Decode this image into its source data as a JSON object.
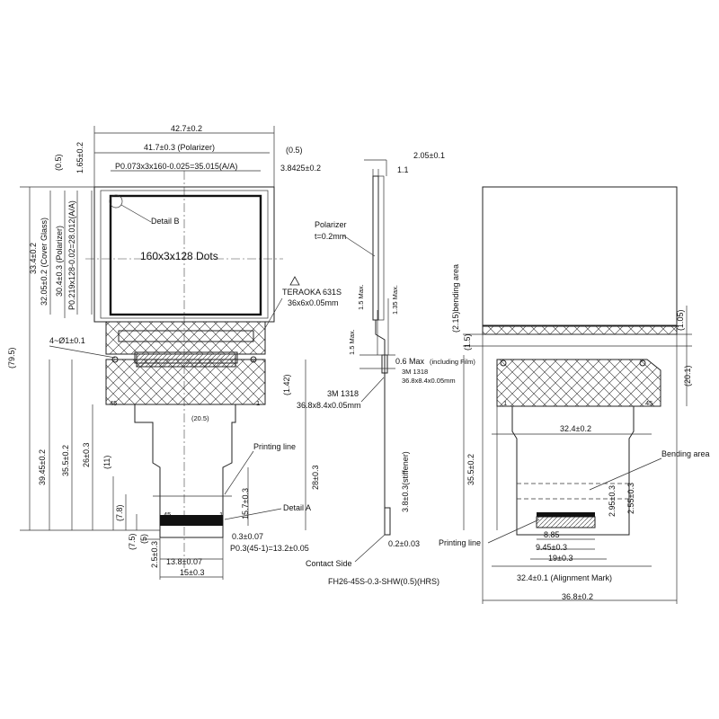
{
  "front_view": {
    "dim_total_width": "42.7±0.2",
    "dim_polarizer_width": "41.7±0.3 (Polarizer)",
    "dim_right_offset": "(0.5)",
    "dim_pitch_x": "P0.073x3x160-0.025=35.015(A/A)",
    "dim_aa_offset_x": "3.8425±0.2",
    "dim_top_gap": "(0.5)",
    "dim_top_offset": "1.65±0.2",
    "dim_cover_glass_h": "32.05±0.2 (Cover Glass)",
    "dim_total_glass_h": "33.4±0.2",
    "dim_polarizer_h": "30.4±0.3 (Polarizer)",
    "dim_pitch_y": "P0.219x128-0.02=28.012(A/A)",
    "dim_overall_h": "(79.5)",
    "active_area_label": "160x3x128 Dots",
    "detail_b": "Detail B",
    "tape_spec_name": "TERAOKA 631S",
    "tape_spec_size": "36x6x0.05mm",
    "hole_callout": "4~Ø1±0.1",
    "dim_142": "(1.42)",
    "dim_205": "(20.5)",
    "dim_3945": "39.45±0.2",
    "dim_355": "35.5±0.2",
    "dim_26": "26±0.3",
    "dim_11": "(11)",
    "dim_28": "28±0.3",
    "printing_line": "Printing line",
    "dim_157": "15.7±0.3",
    "detail_a": "Detail A",
    "dim_78": "(7.8)",
    "dim_75": "(7.5)",
    "dim_5": "(5)",
    "dim_25": "2.5±0.3",
    "pin_45": "45",
    "pin_1": "1",
    "dim_pin_w": "0.3±0.07",
    "dim_pin_pitch": "P0.3(45-1)=13.2±0.05",
    "dim_138": "13.8±0.07",
    "dim_15": "15±0.3",
    "pad_45": "45",
    "pad_1": "1"
  },
  "side_view": {
    "dim_205": "2.05±0.1",
    "dim_11": "1.1",
    "polarizer_label": "Polarizer",
    "polarizer_t": "t=0.2mm",
    "dim_15max_a": "1.5 Max.",
    "dim_135max": "1.35 Max.",
    "dim_15max_b": "1.5 Max.",
    "dim_06max": "0.6 Max",
    "dim_06max_note": "(including Film)",
    "tape_3m_a": "3M 1318",
    "tape_3m_a_size": "36.8x8.4x0.05mm",
    "tape_3m_b": "3M 1318",
    "tape_3m_b_size": "36.8x8.4x0.05mm",
    "dim_38": "3.8±0.3(stiffener)",
    "dim_02": "0.2±0.03",
    "contact_side": "Contact Side",
    "connector": "FH26-45S-0.3-SHW(0.5)(HRS)"
  },
  "back_view": {
    "dim_215": "(2.15)bending area",
    "dim_15": "(1.5)",
    "dim_105": "(1.05)",
    "dim_201": "(20.1)",
    "dim_324": "32.4±0.2",
    "dim_355": "35.5±0.2",
    "bending_area": "Bending area",
    "dim_295": "2.95±0.3",
    "dim_255": "2.55±0.3",
    "printing_line": "Printing line",
    "dim_885": "8.85",
    "dim_945": "9.45±0.3",
    "dim_19": "19±0.3",
    "dim_324_mark": "32.4±0.1 (Alignment Mark)",
    "dim_368": "36.8±0.2",
    "pad_1": "1",
    "pad_45": "45"
  }
}
